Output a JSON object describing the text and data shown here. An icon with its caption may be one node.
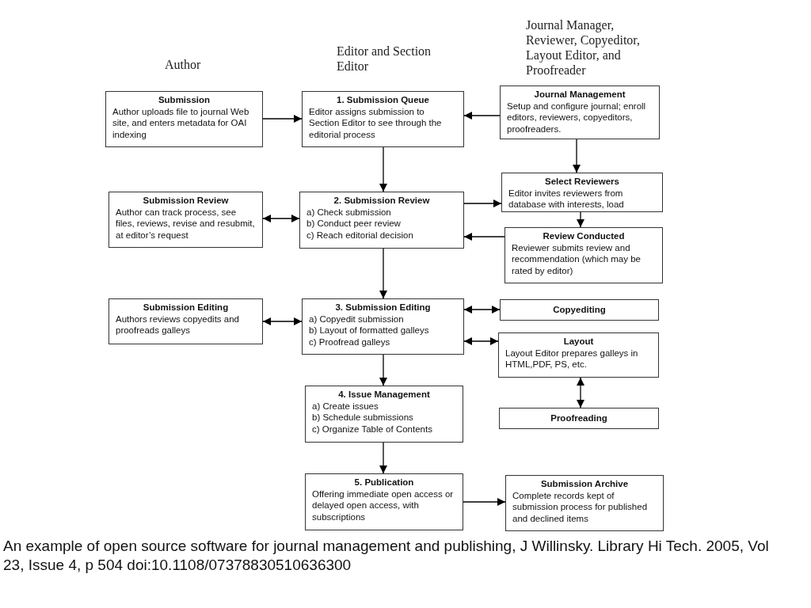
{
  "diagram": {
    "caption": "An example of open source software for journal management and publishing, J Willinsky. Library Hi Tech. 2005, Vol 23, Issue 4, p 504 doi:10.1108/07378830510636300",
    "nodes": [
      {
        "text": [
          "Submission",
          "Author uploads file to journal Web site, and enters metadata for OAI indexing"
        ]
      },
      {
        "text": [
          "1. Submission Queue",
          "Editor assigns submission to Section Editor to see through the editorial process"
        ]
      },
      {
        "text": [
          "Journal Management",
          "Setup and configure journal; enroll editors, reviewers, copyeditors, proofreaders."
        ]
      },
      {
        "text": [
          "Submission Review",
          "Author can track process, see files, reviews, revise and resubmit, at editor’s request"
        ]
      },
      {
        "text": [
          "2. Submission Review",
          "a) Check submission",
          "b) Conduct peer review",
          "c) Reach editorial decision"
        ]
      },
      {
        "text": [
          "Select Reviewers",
          "Editor invites reviewers from database with interests, load"
        ]
      },
      {
        "text": [
          "Review Conducted",
          "Reviewer submits review and recommendation (which may be rated by editor)"
        ]
      },
      {
        "text": [
          "Submission Editing",
          "Authors reviews copyedits and proofreads galleys"
        ]
      },
      {
        "text": [
          "3. Submission Editing",
          "a) Copyedit submission",
          "b) Layout of formatted galleys",
          "c) Proofread galleys"
        ]
      },
      {
        "text": [
          "Copyediting"
        ]
      },
      {
        "text": [
          "Layout",
          "Layout Editor prepares galleys in HTML,PDF, PS, etc."
        ]
      },
      {
        "text": [
          "4. Issue Management",
          "a) Create issues",
          "b) Schedule submissions",
          "c) Organize Table of Contents"
        ]
      },
      {
        "text": [
          "Proofreading"
        ]
      },
      {
        "text": [
          "5. Publication",
          "Offering immediate open access or delayed open access, with subscriptions"
        ]
      },
      {
        "text": [
          "Submission Archive",
          "Complete records kept of submission process for published and declined items"
        ]
      }
    ],
    "edges": [
      {
        "from": 0,
        "to": 1,
        "arrow": "to"
      },
      {
        "from": 2,
        "to": 1,
        "arrow": "to"
      },
      {
        "from": 1,
        "to": 4,
        "arrow": "to"
      },
      {
        "from": 2,
        "to": 5,
        "arrow": "to"
      },
      {
        "from": 3,
        "to": 4,
        "arrow": "both"
      },
      {
        "from": 4,
        "to": 5,
        "arrow": "to"
      },
      {
        "from": 5,
        "to": 6,
        "arrow": "to"
      },
      {
        "from": 6,
        "to": 4,
        "arrow": "to"
      },
      {
        "from": 4,
        "to": 8,
        "arrow": "to"
      },
      {
        "from": 7,
        "to": 8,
        "arrow": "both"
      },
      {
        "from": 8,
        "to": 9,
        "arrow": "both"
      },
      {
        "from": 8,
        "to": 10,
        "arrow": "both"
      },
      {
        "from": 10,
        "to": 12,
        "arrow": "both"
      },
      {
        "from": 8,
        "to": 11,
        "arrow": "to"
      },
      {
        "from": 11,
        "to": 13,
        "arrow": "to"
      },
      {
        "from": 13,
        "to": 14,
        "arrow": "to"
      }
    ],
    "labels": [
      "Journal Manager, Reviewer, Copyeditor, Layout Editor, and Proofreader",
      "Editor and Section Editor",
      "Author"
    ]
  }
}
